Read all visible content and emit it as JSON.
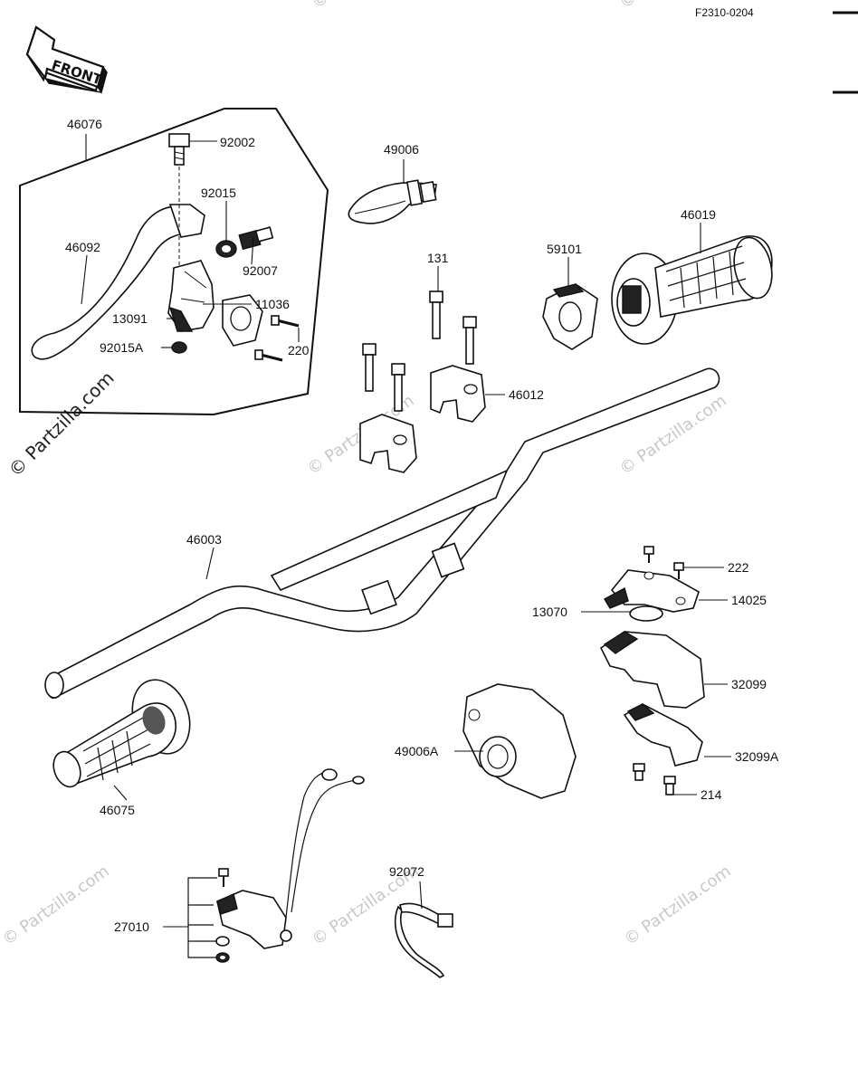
{
  "sheet_code": "F2310-0204",
  "front_label": "FRONT",
  "watermark": "© Partzilla.com",
  "side_watermark": "© Partzilla.com",
  "part_labels": {
    "p46076": "46076",
    "p92002": "92002",
    "p92015": "92015",
    "p46092": "46092",
    "p92007": "92007",
    "p11036": "11036",
    "p13091": "13091",
    "p220": "220",
    "p92015A": "92015A",
    "p49006": "49006",
    "p131": "131",
    "p59101": "59101",
    "p46019": "46019",
    "p46012": "46012",
    "p46003": "46003",
    "p222": "222",
    "p14025": "14025",
    "p13070": "13070",
    "p32099": "32099",
    "p49006A": "49006A",
    "p32099A": "32099A",
    "p214": "214",
    "p46075": "46075",
    "p92072": "92072",
    "p27010": "27010"
  }
}
